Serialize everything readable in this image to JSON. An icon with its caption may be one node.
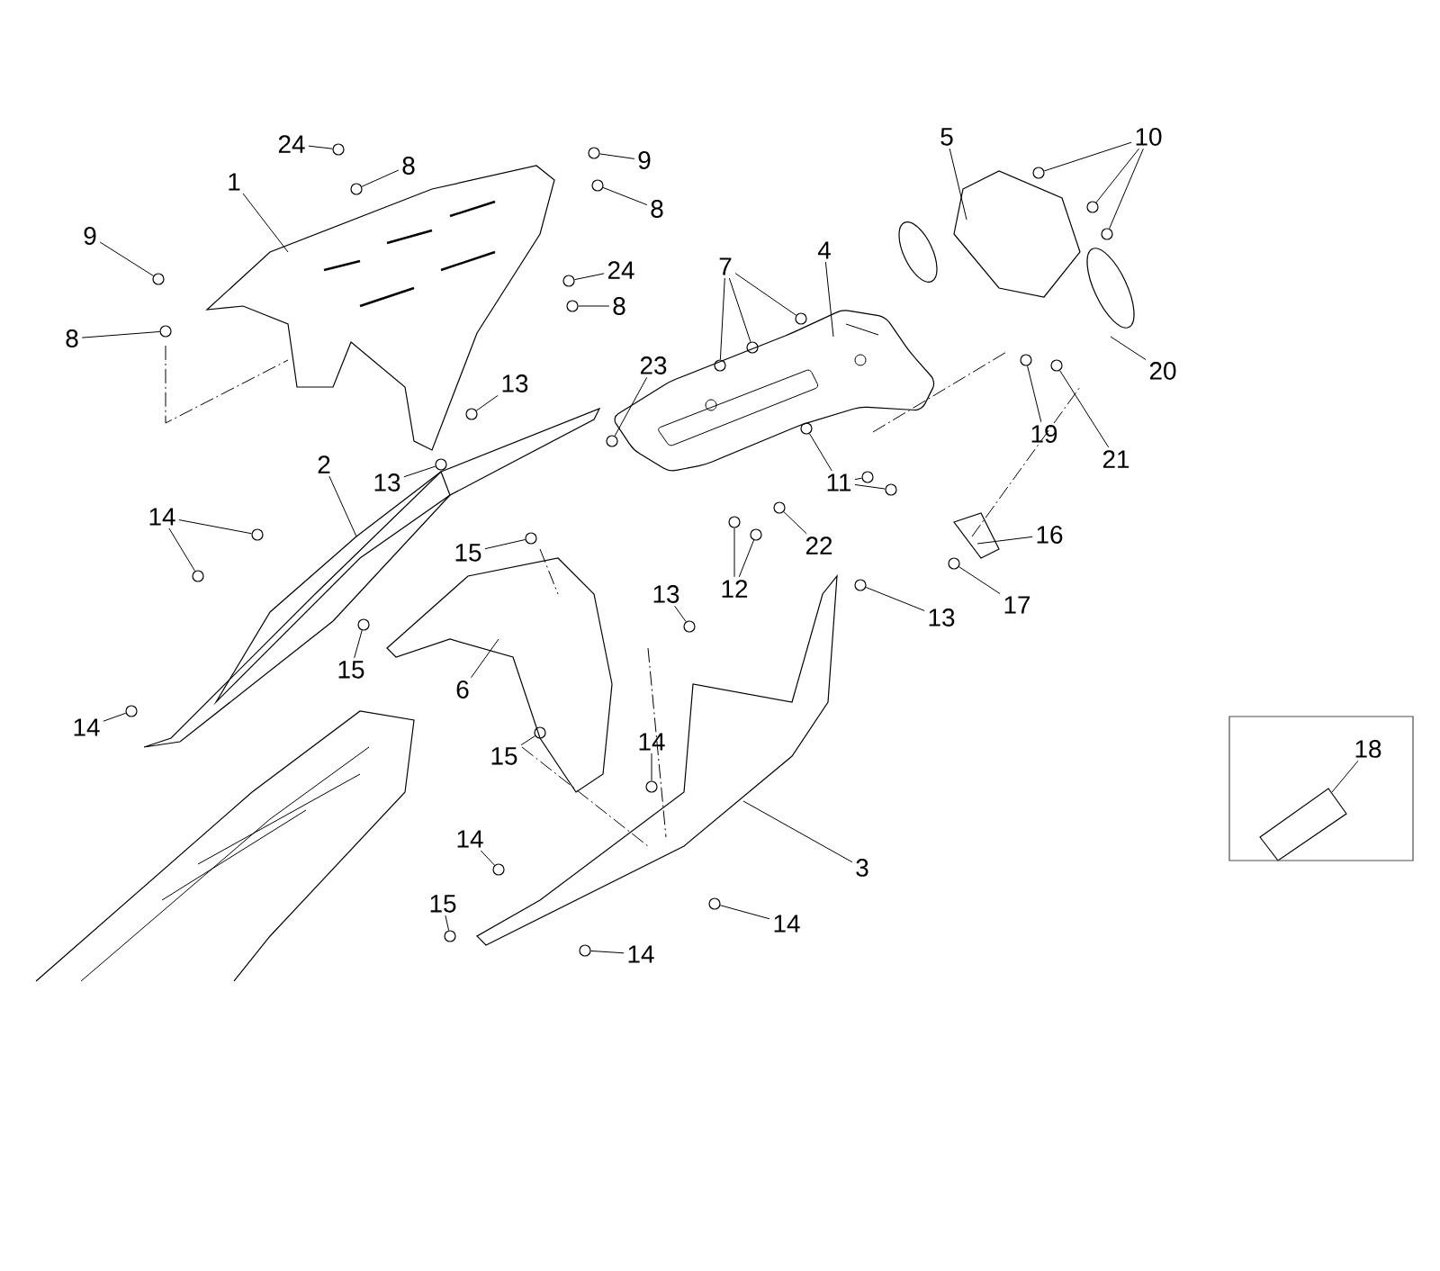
{
  "diagram": {
    "nodes": [
      {
        "text": [
          "24"
        ]
      },
      {
        "text": [
          "8"
        ]
      },
      {
        "text": [
          "9"
        ]
      },
      {
        "text": [
          "8"
        ]
      },
      {
        "text": [
          "1"
        ]
      },
      {
        "text": [
          "9"
        ]
      },
      {
        "text": [
          "8"
        ]
      },
      {
        "text": [
          "24"
        ]
      },
      {
        "text": [
          "8"
        ]
      },
      {
        "text": [
          "7"
        ]
      },
      {
        "text": [
          "4"
        ]
      },
      {
        "text": [
          "5"
        ]
      },
      {
        "text": [
          "10"
        ]
      },
      {
        "text": [
          "20"
        ]
      },
      {
        "text": [
          "19"
        ]
      },
      {
        "text": [
          "21"
        ]
      },
      {
        "text": [
          "23"
        ]
      },
      {
        "text": [
          "13"
        ]
      },
      {
        "text": [
          "13"
        ]
      },
      {
        "text": [
          "2"
        ]
      },
      {
        "text": [
          "11"
        ]
      },
      {
        "text": [
          "22"
        ]
      },
      {
        "text": [
          "12"
        ]
      },
      {
        "text": [
          "16"
        ]
      },
      {
        "text": [
          "17"
        ]
      },
      {
        "text": [
          "13"
        ]
      },
      {
        "text": [
          "14"
        ]
      },
      {
        "text": [
          "15"
        ]
      },
      {
        "text": [
          "13"
        ]
      },
      {
        "text": [
          "6"
        ]
      },
      {
        "text": [
          "15"
        ]
      },
      {
        "text": [
          "14"
        ]
      },
      {
        "text": [
          "15"
        ]
      },
      {
        "text": [
          "14"
        ]
      },
      {
        "text": [
          "3"
        ]
      },
      {
        "text": [
          "14"
        ]
      },
      {
        "text": [
          "15"
        ]
      },
      {
        "text": [
          "14"
        ]
      },
      {
        "text": [
          "14"
        ]
      },
      {
        "text": [],
        "shape": "box"
      },
      {
        "text": [
          "18"
        ],
        "in": 39
      },
      {
        "text": [],
        "shape": "circle"
      },
      {
        "text": [],
        "shape": "circle"
      },
      {
        "text": [],
        "shape": "circle"
      },
      {
        "text": [],
        "shape": "circle"
      },
      {
        "text": [],
        "shape": "circle"
      },
      {
        "text": [],
        "shape": "circle"
      },
      {
        "text": [],
        "shape": "circle"
      },
      {
        "text": [],
        "shape": "circle"
      },
      {
        "text": [],
        "shape": "circle"
      },
      {
        "text": [],
        "shape": "circle"
      },
      {
        "text": [],
        "shape": "circle"
      },
      {
        "text": [],
        "shape": "circle"
      },
      {
        "text": [],
        "shape": "circle"
      },
      {
        "text": [],
        "shape": "circle"
      },
      {
        "text": [],
        "shape": "circle"
      },
      {
        "text": [],
        "shape": "circle"
      },
      {
        "text": [],
        "shape": "circle"
      },
      {
        "text": [],
        "shape": "circle"
      },
      {
        "text": [],
        "shape": "circle"
      },
      {
        "text": [],
        "shape": "circle"
      },
      {
        "text": [],
        "shape": "circle"
      },
      {
        "text": [],
        "shape": "circle"
      },
      {
        "text": [],
        "shape": "circle"
      },
      {
        "text": [],
        "shape": "circle"
      },
      {
        "text": [],
        "shape": "circle"
      },
      {
        "text": [],
        "shape": "circle"
      },
      {
        "text": [],
        "shape": "circle"
      },
      {
        "text": [],
        "shape": "circle"
      },
      {
        "text": [],
        "shape": "circle"
      },
      {
        "text": [],
        "shape": "circle"
      },
      {
        "text": [],
        "shape": "circle"
      },
      {
        "text": [],
        "shape": "circle"
      },
      {
        "text": [],
        "shape": "circle"
      },
      {
        "text": [],
        "shape": "circle"
      },
      {
        "text": [],
        "shape": "circle"
      },
      {
        "text": [],
        "shape": "circle"
      },
      {
        "text": [],
        "shape": "circle"
      },
      {
        "text": [],
        "shape": "circle"
      },
      {
        "text": [],
        "shape": "circle"
      }
    ],
    "edges": [
      {
        "from": 0,
        "to": 41,
        "arrow": "none"
      },
      {
        "from": 1,
        "to": 42,
        "arrow": "none"
      },
      {
        "from": 2,
        "to": 43,
        "arrow": "none"
      },
      {
        "from": 3,
        "to": 44,
        "arrow": "none"
      },
      {
        "from": 4,
        "to": null,
        "arrow": "none"
      },
      {
        "from": 5,
        "to": 45,
        "arrow": "none"
      },
      {
        "from": 6,
        "to": 46,
        "arrow": "none"
      },
      {
        "from": 7,
        "to": 47,
        "arrow": "none"
      },
      {
        "from": 8,
        "to": 48,
        "arrow": "none"
      },
      {
        "from": 9,
        "to": 49,
        "arrow": "none"
      },
      {
        "from": 9,
        "to": 50,
        "arrow": "none"
      },
      {
        "from": 9,
        "to": 51,
        "arrow": "none"
      },
      {
        "from": 10,
        "to": null,
        "arrow": "none"
      },
      {
        "from": 11,
        "to": null,
        "arrow": "none"
      },
      {
        "from": 12,
        "to": 52,
        "arrow": "none"
      },
      {
        "from": 12,
        "to": 53,
        "arrow": "none"
      },
      {
        "from": 12,
        "to": 54,
        "arrow": "none"
      },
      {
        "from": 13,
        "to": null,
        "arrow": "none"
      },
      {
        "from": 14,
        "to": 55,
        "arrow": "none"
      },
      {
        "from": 15,
        "to": 56,
        "arrow": "none"
      },
      {
        "from": 16,
        "to": 57,
        "arrow": "none"
      },
      {
        "from": 17,
        "to": 58,
        "arrow": "none"
      },
      {
        "from": 18,
        "to": 59,
        "arrow": "none"
      },
      {
        "from": 19,
        "to": null,
        "arrow": "none"
      },
      {
        "from": 20,
        "to": 60,
        "arrow": "none"
      },
      {
        "from": 20,
        "to": 61,
        "arrow": "none"
      },
      {
        "from": 20,
        "to": 62,
        "arrow": "none"
      },
      {
        "from": 21,
        "to": 63,
        "arrow": "none"
      },
      {
        "from": 22,
        "to": 64,
        "arrow": "none"
      },
      {
        "from": 22,
        "to": 65,
        "arrow": "none"
      },
      {
        "from": 23,
        "to": null,
        "arrow": "none"
      },
      {
        "from": 24,
        "to": 66,
        "arrow": "none"
      },
      {
        "from": 25,
        "to": 67,
        "arrow": "none"
      },
      {
        "from": 26,
        "to": 68,
        "arrow": "none"
      },
      {
        "from": 26,
        "to": 69,
        "arrow": "none"
      },
      {
        "from": 27,
        "to": 70,
        "arrow": "none"
      },
      {
        "from": 28,
        "to": 71,
        "arrow": "none"
      },
      {
        "from": 29,
        "to": null,
        "arrow": "none"
      },
      {
        "from": 30,
        "to": 72,
        "arrow": "none"
      },
      {
        "from": 31,
        "to": 73,
        "arrow": "none"
      },
      {
        "from": 32,
        "to": 74,
        "arrow": "none"
      },
      {
        "from": 33,
        "to": 75,
        "arrow": "none"
      },
      {
        "from": 34,
        "to": null,
        "arrow": "none"
      },
      {
        "from": 35,
        "to": 76,
        "arrow": "none"
      },
      {
        "from": 36,
        "to": 77,
        "arrow": "none"
      },
      {
        "from": 37,
        "to": 78,
        "arrow": "none"
      },
      {
        "from": 38,
        "to": 79,
        "arrow": "none"
      },
      {
        "from": 40,
        "to": null,
        "arrow": "none"
      }
    ]
  }
}
